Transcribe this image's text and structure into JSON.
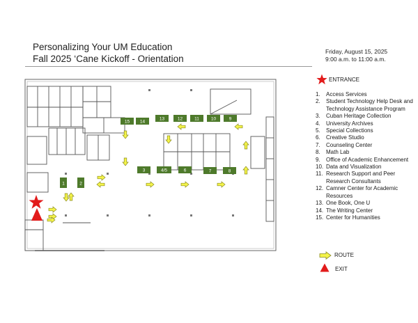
{
  "header": {
    "title_line1": "Personalizing Your UM Education",
    "title_line2": "Fall 2025 ‘Cane Kickoff - Orientation",
    "date": "Friday, August 15, 2025",
    "time": "9:00 a.m. to 11:00 a.m."
  },
  "legend": {
    "entrance_label": "ENTRANCE",
    "route_label": "ROUTE",
    "exit_label": "EXIT",
    "items": [
      {
        "num": "1.",
        "label": "Access Services"
      },
      {
        "num": "2.",
        "label": "Student Technology Help Desk and Technology Assistance Program"
      },
      {
        "num": "3.",
        "label": "Cuban Heritage Collection"
      },
      {
        "num": "4.",
        "label": "University Archives"
      },
      {
        "num": "5.",
        "label": "Special Collections"
      },
      {
        "num": "6.",
        "label": "Creative Studio"
      },
      {
        "num": "7.",
        "label": "Counseling Center"
      },
      {
        "num": "8.",
        "label": "Math Lab"
      },
      {
        "num": "9.",
        "label": "Office of Academic Enhancement"
      },
      {
        "num": "10.",
        "label": "Data and Visualization"
      },
      {
        "num": "11.",
        "label": "Research Support and Peer Research Consultants"
      },
      {
        "num": "12.",
        "label": "Camner Center for Academic Resources"
      },
      {
        "num": "13.",
        "label": "One Book, One U"
      },
      {
        "num": "14.",
        "label": "The Writing Center"
      },
      {
        "num": "15.",
        "label": "Center for Humanities"
      }
    ]
  },
  "map": {
    "stations": [
      "1",
      "2",
      "3",
      "4/5",
      "6",
      "7",
      "8",
      "9",
      "10",
      "11",
      "12",
      "13",
      "14",
      "15"
    ]
  },
  "colors": {
    "station_fill": "#4e7a2b",
    "route_fill": "#f4f44a",
    "route_stroke": "#8a8a20",
    "marker_red": "#e21b1b",
    "wall": "#555555"
  }
}
